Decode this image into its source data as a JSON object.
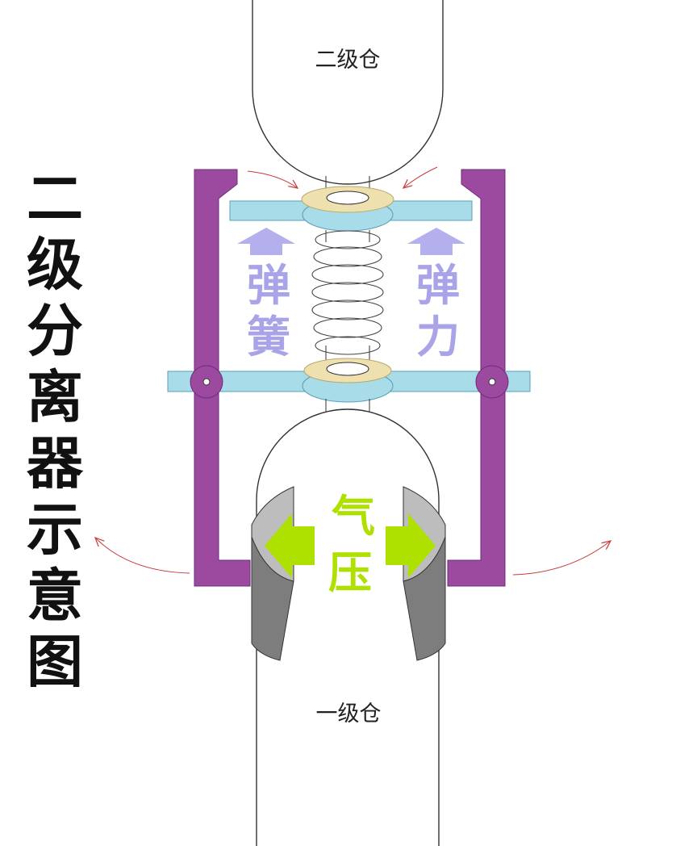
{
  "title": "二级分离器示意图",
  "labels": {
    "upper_stage": "二级仓",
    "lower_stage": "一级仓",
    "spring_force_left": "弹簧",
    "spring_force_right": "弹力",
    "air_pressure": "气压"
  },
  "colors": {
    "frame": "#9b4aa0",
    "plate": "#a8dce8",
    "plate_outline": "#5aa0b6",
    "washer": "#efe0b0",
    "spring_force_text": "#a9a4e8",
    "spring_arrow": "#b4b0ee",
    "pressure": "#aee000",
    "collar_light": "#bdbdbd",
    "collar_dark": "#7d7d7d",
    "flow_arrow": "#c83a3a",
    "outline": "#333333"
  }
}
